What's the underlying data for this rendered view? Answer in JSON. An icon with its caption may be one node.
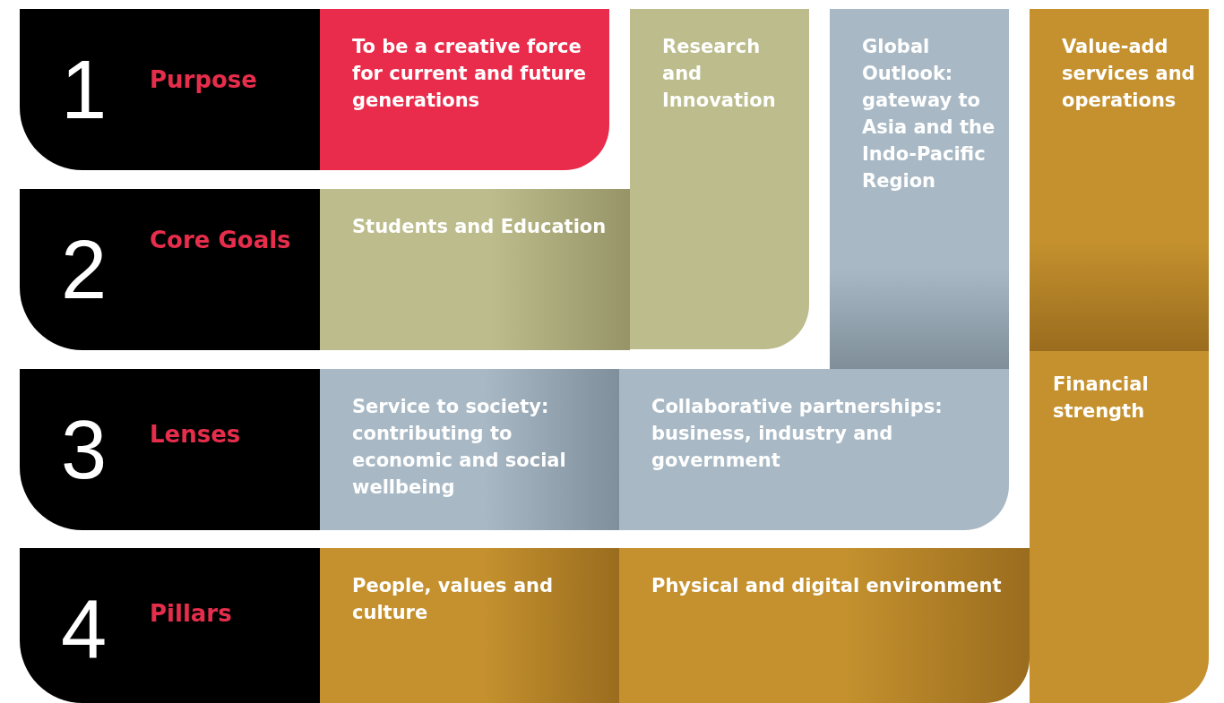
{
  "diagram": {
    "nodes": [
      {
        "text": [
          "1",
          "Purpose"
        ]
      },
      {
        "text": [
          "To be a creative force for current and future generations"
        ]
      },
      {
        "text": [
          "Research and Innovation"
        ]
      },
      {
        "text": [
          "Global Outlook: gateway to Asia and the Indo-Pacific Region"
        ]
      },
      {
        "text": [
          "Value-add services and operations"
        ]
      },
      {
        "text": [
          "2",
          "Core Goals"
        ]
      },
      {
        "text": [
          "Students and Education"
        ]
      },
      {
        "text": [
          "3",
          "Lenses"
        ]
      },
      {
        "text": [
          "Service to society: contributing to economic and social wellbeing"
        ]
      },
      {
        "text": [
          "Collaborative partnerships: business, industry and government"
        ]
      },
      {
        "text": [
          "Financial strength"
        ]
      },
      {
        "text": [
          "4",
          "Pillars"
        ]
      },
      {
        "text": [
          "People, values and culture"
        ]
      },
      {
        "text": [
          "Physical and digital environment"
        ]
      }
    ]
  }
}
